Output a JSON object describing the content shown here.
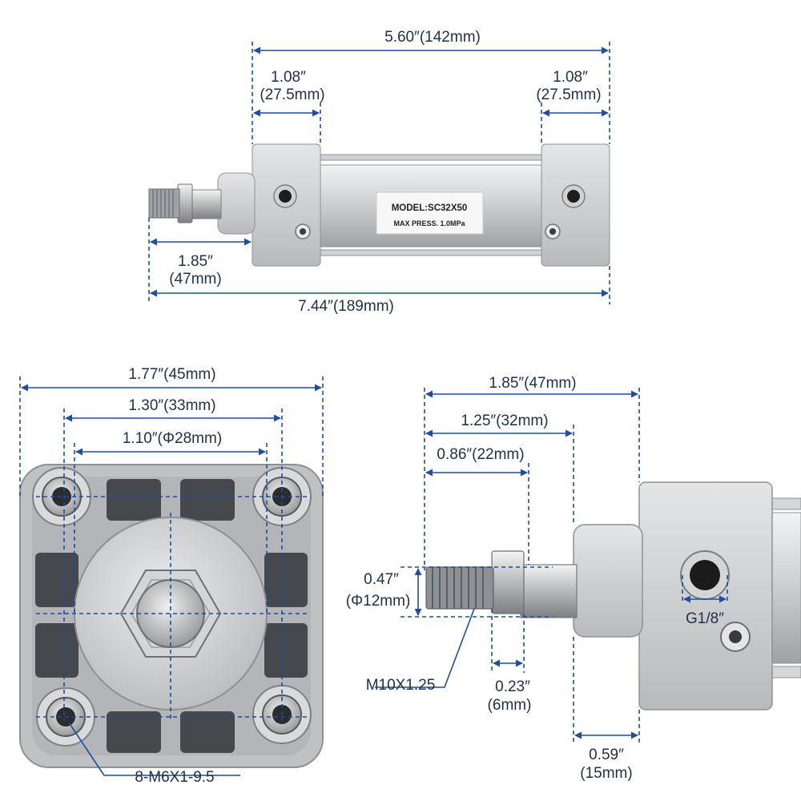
{
  "colors": {
    "dimension_line": "#1d4f9e",
    "text": "#1f2f4a",
    "aluminum": "#c9cbcd",
    "aluminum_dark": "#9ea1a4",
    "aluminum_light": "#e2e3e4",
    "steel": "#8e9296",
    "background": "#ffffff"
  },
  "top_view": {
    "model_plate": {
      "model": "MODEL:SC32X50",
      "pressure": "MAX PRESS. 1.0MPa"
    },
    "dims": {
      "overall_body": "5.60″(142mm)",
      "left_cap_line1": "1.08″",
      "left_cap_line2": "(27.5mm)",
      "right_cap_line1": "1.08″",
      "right_cap_line2": "(27.5mm)",
      "rod_line1": "1.85″",
      "rod_line2": "(47mm)",
      "overall_total": "7.44″(189mm)"
    }
  },
  "front_view": {
    "dims": {
      "width": "1.77″(45mm)",
      "bolt_pitch": "1.30″(33mm)",
      "boss_dia": "1.10″(Φ28mm)",
      "bolt_callout": "8-M6X1-9.5"
    }
  },
  "side_view": {
    "dims": {
      "rod_length": "1.85″(47mm)",
      "boss_length": "1.25″(32mm)",
      "thread_length": "0.86″(22mm)",
      "rod_dia_line1": "0.47″",
      "rod_dia_line2": "(Φ12mm)",
      "thread_callout": "M10X1.25",
      "nut_line1": "0.23″",
      "nut_line2": "(6mm)",
      "boss_line1": "0.59″",
      "boss_line2": "(15mm)",
      "port_callout": "G1/8″"
    }
  }
}
